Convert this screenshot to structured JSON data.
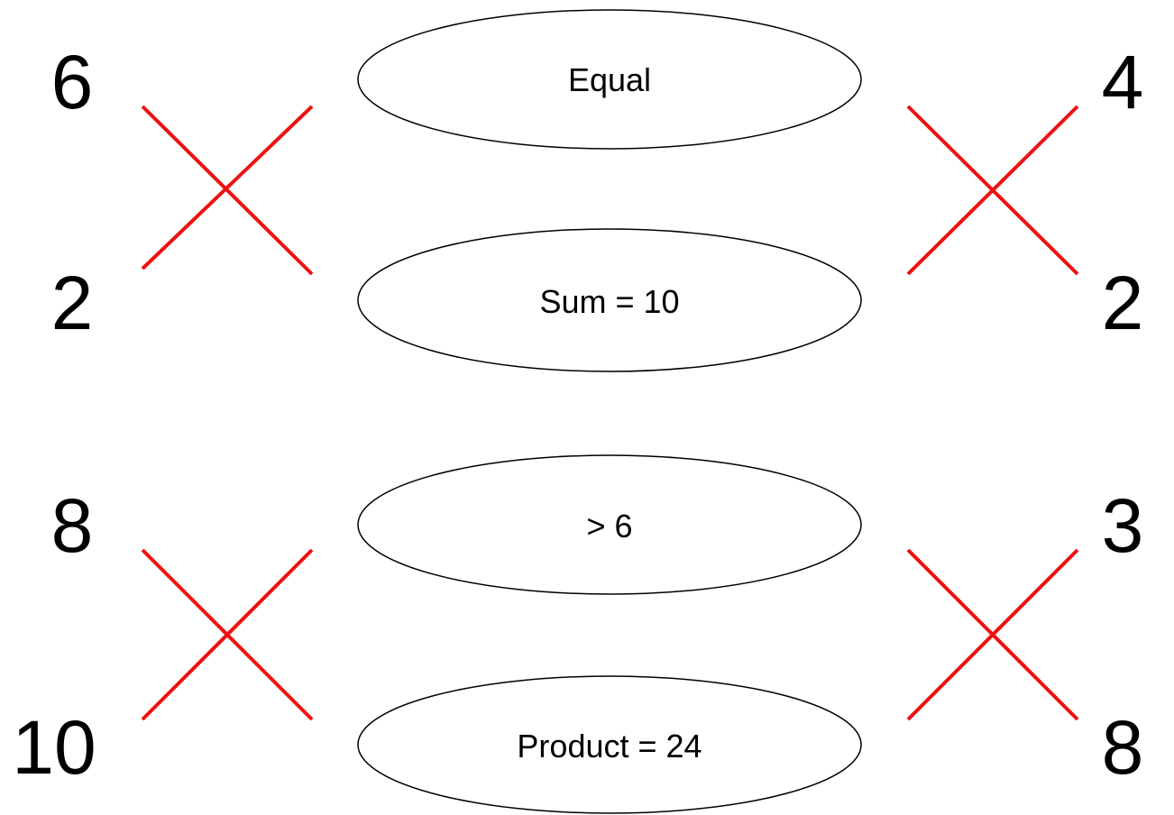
{
  "colors": {
    "cross": "#ee1111",
    "text": "#000000",
    "outline": "#000000"
  },
  "puzzles": [
    {
      "left_top": "6",
      "left_bottom": "2",
      "right_top": "4",
      "right_bottom": "2"
    },
    {
      "left_top": "8",
      "left_bottom": "10",
      "right_top": "3",
      "right_bottom": "8"
    }
  ],
  "clues": [
    "Equal",
    "Sum = 10",
    "> 6",
    "Product = 24"
  ]
}
